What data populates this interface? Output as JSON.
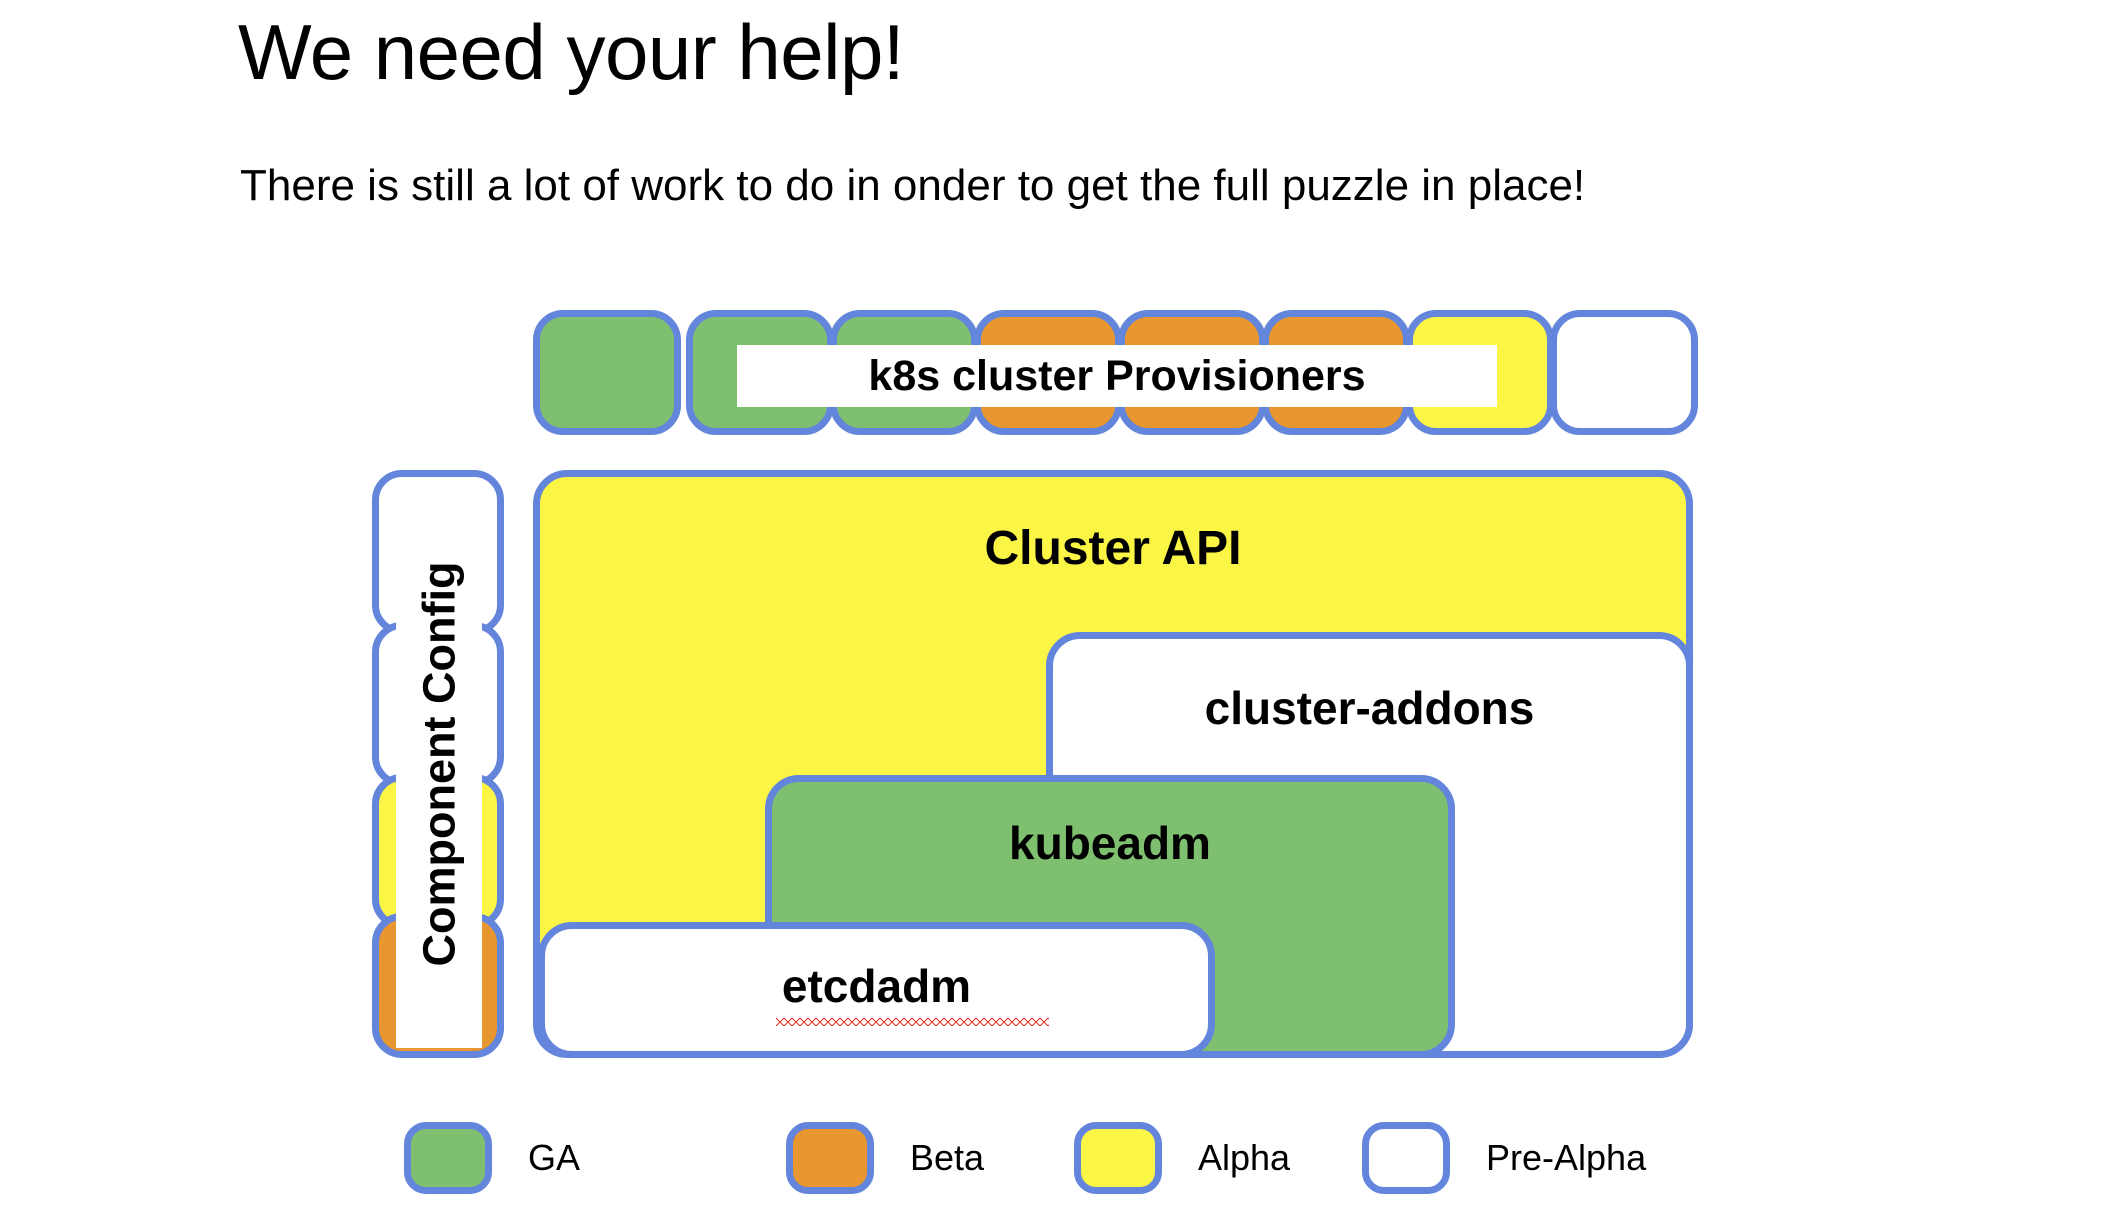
{
  "slide": {
    "title": "We need your help!",
    "subtitle": "There is still a lot of work to do in onder to get the full puzzle in place!"
  },
  "colors": {
    "border": "#6485DC",
    "ga": "#7FBF70",
    "beta": "#E8962F",
    "alpha": "#FBF546",
    "pre_alpha": "#FFFFFF",
    "squiggle": "#E03C2E"
  },
  "provisioners": {
    "caption": "k8s cluster Provisioners",
    "boxes": [
      {
        "status": "ga"
      },
      {
        "status": "ga"
      },
      {
        "status": "ga"
      },
      {
        "status": "beta"
      },
      {
        "status": "beta"
      },
      {
        "status": "beta"
      },
      {
        "status": "alpha"
      },
      {
        "status": "pre-alpha"
      }
    ]
  },
  "component_config": {
    "caption": "Component Config",
    "boxes": [
      {
        "status": "pre-alpha"
      },
      {
        "status": "pre-alpha"
      },
      {
        "status": "alpha"
      },
      {
        "status": "beta"
      }
    ]
  },
  "stack": {
    "cluster_api": {
      "label": "Cluster API",
      "status": "alpha"
    },
    "cluster_addons": {
      "label": "cluster-addons",
      "status": "pre-alpha"
    },
    "kubeadm": {
      "label": "kubeadm",
      "status": "ga"
    },
    "etcdadm": {
      "label": "etcdadm",
      "status": "pre-alpha",
      "misspelled": true
    }
  },
  "legend": {
    "items": [
      {
        "label": "GA",
        "status": "ga"
      },
      {
        "label": "Beta",
        "status": "beta"
      },
      {
        "label": "Alpha",
        "status": "alpha"
      },
      {
        "label": "Pre-Alpha",
        "status": "pre-alpha"
      }
    ]
  }
}
